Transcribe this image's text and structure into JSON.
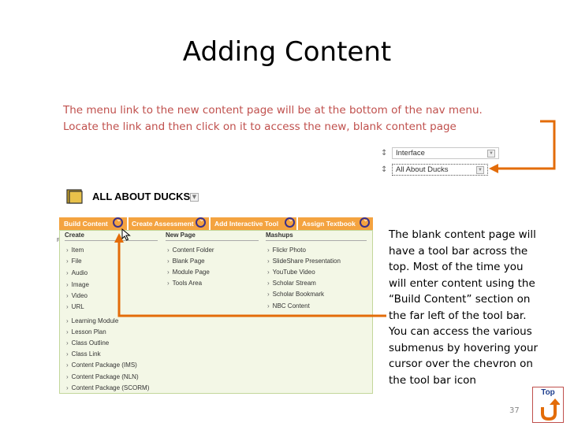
{
  "slide": {
    "title": "Adding Content",
    "intro_lines": [
      "The menu link to the new content page will be at the bottom of the nav menu.",
      "Locate the link and then click on it to access the new, blank content page"
    ],
    "description_lines": [
      "The blank content page will",
      "have a tool bar across the",
      "top. Most of the time you",
      "will enter content using the",
      "“Build Content” section on",
      "the far left of  the tool bar.",
      "You can access the various",
      "submenus by hovering your",
      "cursor over the chevron on",
      "the tool bar icon"
    ],
    "page_number": "37",
    "top_label": "Top"
  },
  "nav": {
    "items": [
      "Interface",
      "All About Ducks"
    ]
  },
  "content_area": {
    "title": "ALL ABOUT DUCKS",
    "left_marker": "F"
  },
  "toolbar": {
    "items": [
      "Build Content",
      "Create Assessment",
      "Add Interactive Tool",
      "Assign Textbook"
    ]
  },
  "menu": {
    "create": {
      "header": "Create",
      "items": [
        "Item",
        "File",
        "Audio",
        "Image",
        "Video",
        "URL",
        "Learning Module",
        "Lesson Plan",
        "Class Outline",
        "Class Link",
        "Content Package (IMS)",
        "Content Package (NLN)",
        "Content Package (SCORM)"
      ]
    },
    "new_page": {
      "header": "New Page",
      "items": [
        "Content Folder",
        "Blank Page",
        "Module Page",
        "Tools Area"
      ]
    },
    "mashups": {
      "header": "Mashups",
      "items": [
        "Flickr Photo",
        "SlideShare Presentation",
        "YouTube Video",
        "Scholar Stream",
        "Scholar Bookmark",
        "NBC Content"
      ]
    }
  },
  "colors": {
    "accent_red": "#c0504d",
    "arrow_orange": "#e36c09",
    "toolbar_orange": "#f4a340",
    "panel_bg": "#f3f7e6",
    "circle_navy": "#3a2f8a"
  }
}
